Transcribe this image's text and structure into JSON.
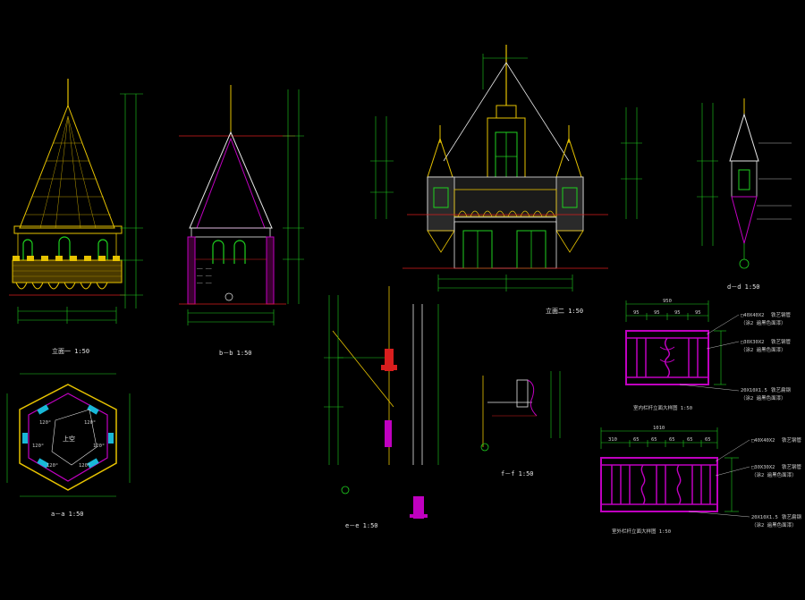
{
  "colors": {
    "background": "#000000",
    "green": "#1fd11f",
    "yellow": "#e6c200",
    "red": "#d81e1e",
    "magenta": "#c000c0",
    "cyan": "#18b8d8",
    "white": "#e8e8e8",
    "orange": "#e07818"
  },
  "drawings": [
    {
      "id": "elevation-1",
      "caption": "立面一 1:50"
    },
    {
      "id": "section-b",
      "caption": "b－b 1:50"
    },
    {
      "id": "elevation-2",
      "caption": "立面二 1:50"
    },
    {
      "id": "section-d",
      "caption": "d－d 1:50"
    },
    {
      "id": "plan-a",
      "caption": "a－a 1:50"
    },
    {
      "id": "section-e",
      "caption": "e－e 1:50"
    },
    {
      "id": "section-f",
      "caption": "f－f 1:50"
    },
    {
      "id": "railing-1",
      "caption": "室内栏杆立面大样图 1:50"
    },
    {
      "id": "railing-2",
      "caption": "室外栏杆立面大样图 1:50"
    }
  ],
  "railing_1": {
    "total": "950",
    "dims": [
      "95",
      "95",
      "95",
      "95"
    ],
    "notes": [
      "□40X40X2",
      "（涂2 遍黑色面漆）",
      "□30X30X2",
      "（涂2 遍黑色面漆）",
      "20X10X1.5",
      "（涂2 遍黑色面漆）"
    ],
    "note_labels": [
      "铁艺钢管",
      "铁艺钢管",
      "铁艺扁钢"
    ]
  },
  "railing_2": {
    "total": "1010",
    "dims": [
      "310",
      "65",
      "65",
      "65",
      "65",
      "65"
    ],
    "notes": [
      "□40X40X2",
      "□30X30X2",
      "（涂2 遍黑色面漆）",
      "20X10X1.5",
      "（涂2 遍黑色面漆）"
    ],
    "note_labels": [
      "铁艺钢管",
      "铁艺钢管",
      "铁艺扁钢"
    ]
  },
  "plan_angles": [
    "120°",
    "120°",
    "120°",
    "120°",
    "120°",
    "120°"
  ],
  "plan_center": "上空"
}
